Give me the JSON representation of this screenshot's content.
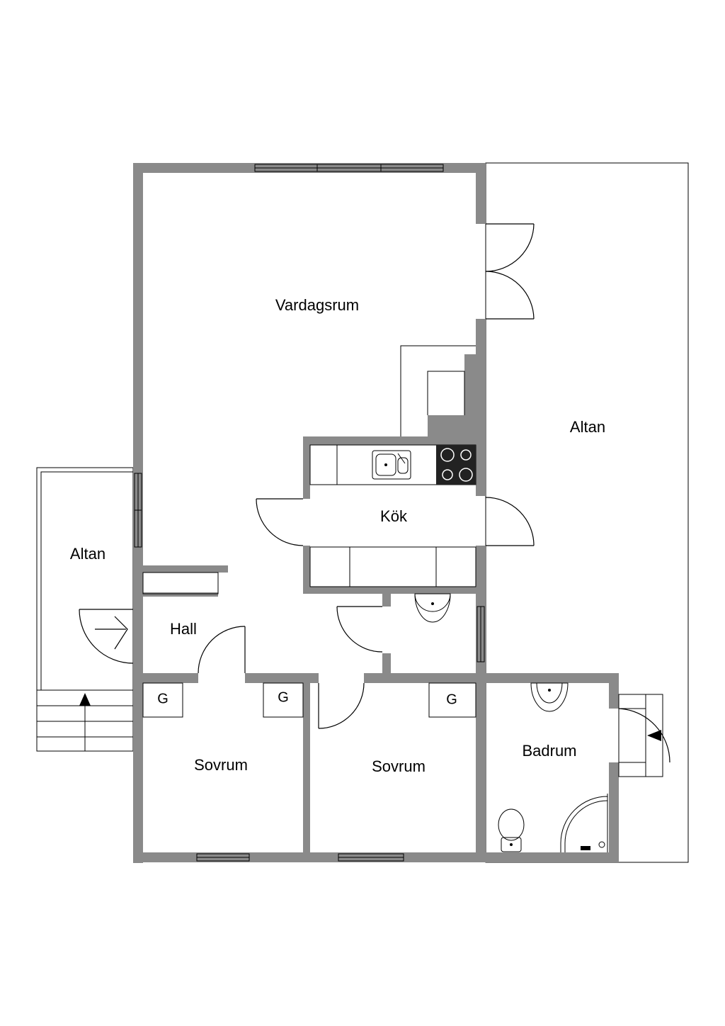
{
  "rooms": {
    "vardagsrum": "Vardagsrum",
    "altan_right": "Altan",
    "altan_left": "Altan",
    "kok": "Kök",
    "hall": "Hall",
    "sovrum_1": "Sovrum",
    "sovrum_2": "Sovrum",
    "badrum": "Badrum"
  },
  "closet_marks": {
    "g1": "G",
    "g2": "G",
    "g3": "G"
  },
  "colors": {
    "wall": "#8a8a8a",
    "line": "#000000",
    "background": "#ffffff",
    "stove": "#222222"
  },
  "icons": [
    "entrance-arrow-icon",
    "stair-arrow-icon",
    "door-arrow-icon",
    "sink-icon",
    "stove-icon",
    "toilet-icon",
    "shower-icon",
    "washbasin-icon"
  ]
}
